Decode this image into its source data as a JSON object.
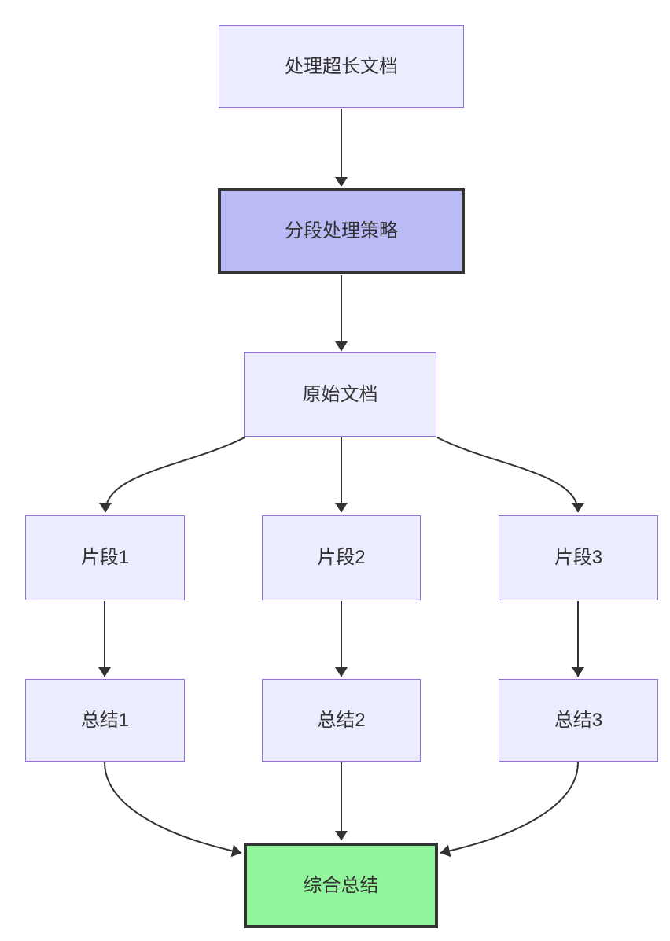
{
  "diagram": {
    "type": "flowchart",
    "direction": "top-down",
    "nodes": {
      "task": {
        "label": "处理超长文档",
        "style": "default"
      },
      "strategy": {
        "label": "分段处理策略",
        "style": "highlighted"
      },
      "doc": {
        "label": "原始文档",
        "style": "default"
      },
      "seg1": {
        "label": "片段1",
        "style": "default"
      },
      "seg2": {
        "label": "片段2",
        "style": "default"
      },
      "seg3": {
        "label": "片段3",
        "style": "default"
      },
      "sum1": {
        "label": "总结1",
        "style": "default"
      },
      "sum2": {
        "label": "总结2",
        "style": "default"
      },
      "sum3": {
        "label": "总结3",
        "style": "default"
      },
      "final": {
        "label": "综合总结",
        "style": "result"
      }
    },
    "edges": [
      {
        "from": "task",
        "to": "strategy"
      },
      {
        "from": "strategy",
        "to": "doc"
      },
      {
        "from": "doc",
        "to": "seg1"
      },
      {
        "from": "doc",
        "to": "seg2"
      },
      {
        "from": "doc",
        "to": "seg3"
      },
      {
        "from": "seg1",
        "to": "sum1"
      },
      {
        "from": "seg2",
        "to": "sum2"
      },
      {
        "from": "seg3",
        "to": "sum3"
      },
      {
        "from": "sum1",
        "to": "final"
      },
      {
        "from": "sum2",
        "to": "final"
      },
      {
        "from": "sum3",
        "to": "final"
      }
    ],
    "colors": {
      "background": "#ffffff",
      "node_fill": "#ECECFF",
      "node_border": "#9370DB",
      "highlight_fill": "#b9baf6",
      "highlight_border": "#333333",
      "result_fill": "#93f59b",
      "result_border": "#333333",
      "edge_stroke": "#333333",
      "text": "#333333"
    }
  }
}
